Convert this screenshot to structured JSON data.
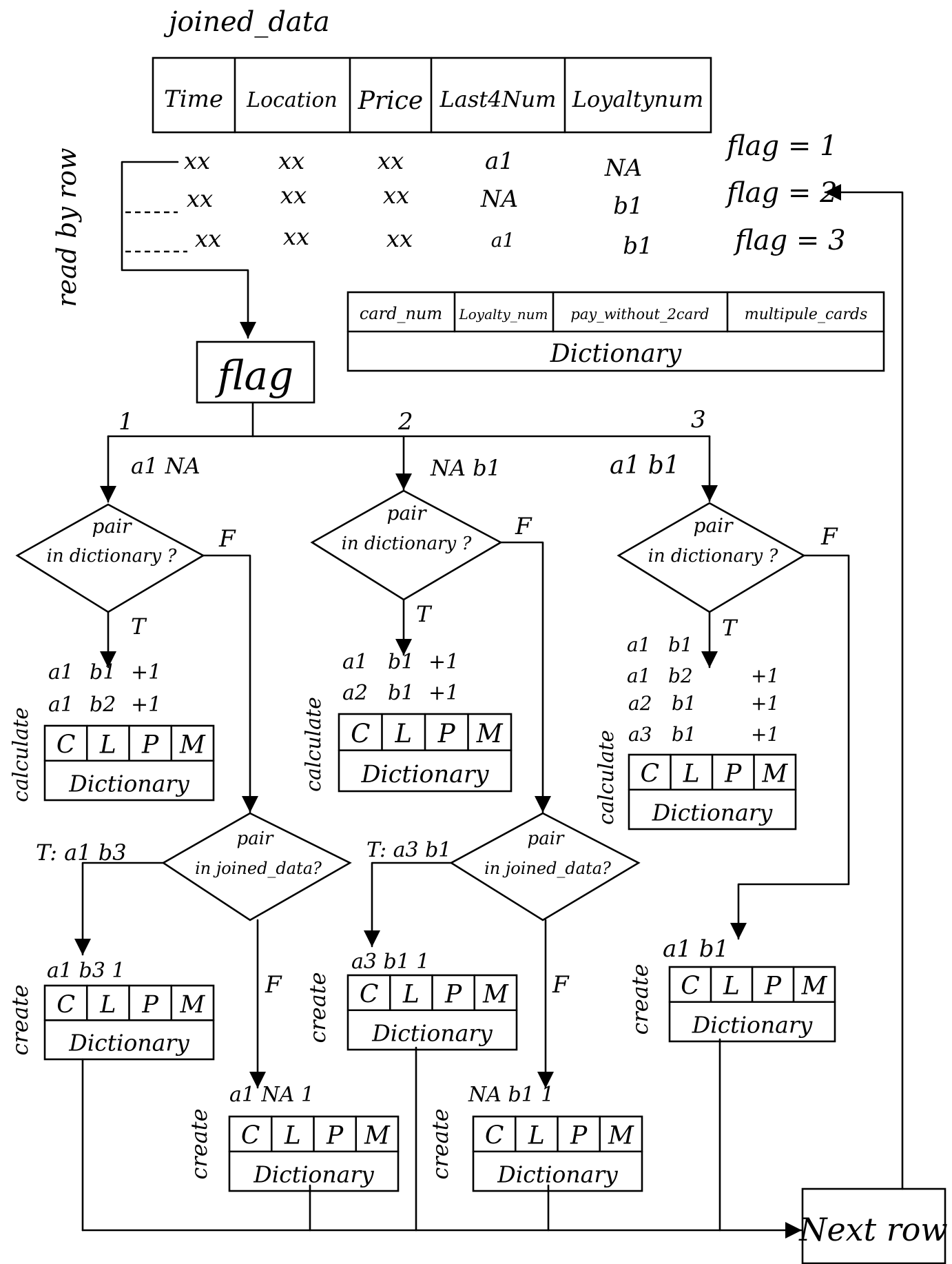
{
  "table": {
    "title": "joined_data",
    "columns": [
      "Time",
      "Location",
      "Price",
      "Last4Num",
      "Loyaltynum"
    ],
    "rows": [
      [
        "xx",
        "xx",
        "xx",
        "a1",
        "NA"
      ],
      [
        "xx",
        "xx",
        "xx",
        "NA",
        "b1"
      ],
      [
        "xx",
        "xx",
        "xx",
        "a1",
        "b1"
      ]
    ]
  },
  "flags": [
    "flag = 1",
    "flag = 2",
    "flag = 3"
  ],
  "side_label": "read by row",
  "master_dictionary": {
    "fields": [
      "card_num",
      "Loyalty_num",
      "pay_without_2card",
      "multipule_cards"
    ],
    "label": "Dictionary"
  },
  "flag_box": "flag",
  "dict_fields": [
    "C",
    "L",
    "P",
    "M"
  ],
  "dict_label": "Dictionary",
  "branches": [
    {
      "number": "1",
      "pair": "a1  NA",
      "decision": {
        "line1": "pair",
        "line2": "in dictionary ?"
      },
      "true_label": "T",
      "false_label": "F",
      "calc_lines": [
        [
          "a1",
          "b1",
          "+1"
        ],
        [
          "a1",
          "b2",
          "+1"
        ]
      ],
      "calc_label": "calculate",
      "decision2": {
        "line1": "pair",
        "line2": "in joined_data?"
      },
      "true2": "T:  a1  b3",
      "false2": "F",
      "create_true": "a1  b3  1",
      "create_false": "a1  NA  1",
      "create_label": "create"
    },
    {
      "number": "2",
      "pair": "NA  b1",
      "decision": {
        "line1": "pair",
        "line2": "in dictionary ?"
      },
      "true_label": "T",
      "false_label": "F",
      "calc_lines": [
        [
          "a1",
          "b1",
          "+1"
        ],
        [
          "a2",
          "b1",
          "+1"
        ]
      ],
      "calc_label": "calculate",
      "decision2": {
        "line1": "pair",
        "line2": "in joined_data?"
      },
      "true2": "T: a3  b1",
      "false2": "F",
      "create_true": "a3  b1  1",
      "create_false": "NA  b1  1",
      "create_label": "create"
    },
    {
      "number": "3",
      "pair": "a1  b1",
      "decision": {
        "line1": "pair",
        "line2": "in dictionary ?"
      },
      "true_label": "T",
      "false_label": "F",
      "calc_lines": [
        [
          "a1",
          "b1",
          ""
        ],
        [
          "a1",
          "b2",
          "+1"
        ],
        [
          "a2",
          "b1",
          "+1"
        ],
        [
          "a3",
          "b1",
          "+1"
        ]
      ],
      "calc_label": "calculate",
      "create_false": "a1  b1",
      "create_label": "create"
    }
  ],
  "next_row": "Next row"
}
